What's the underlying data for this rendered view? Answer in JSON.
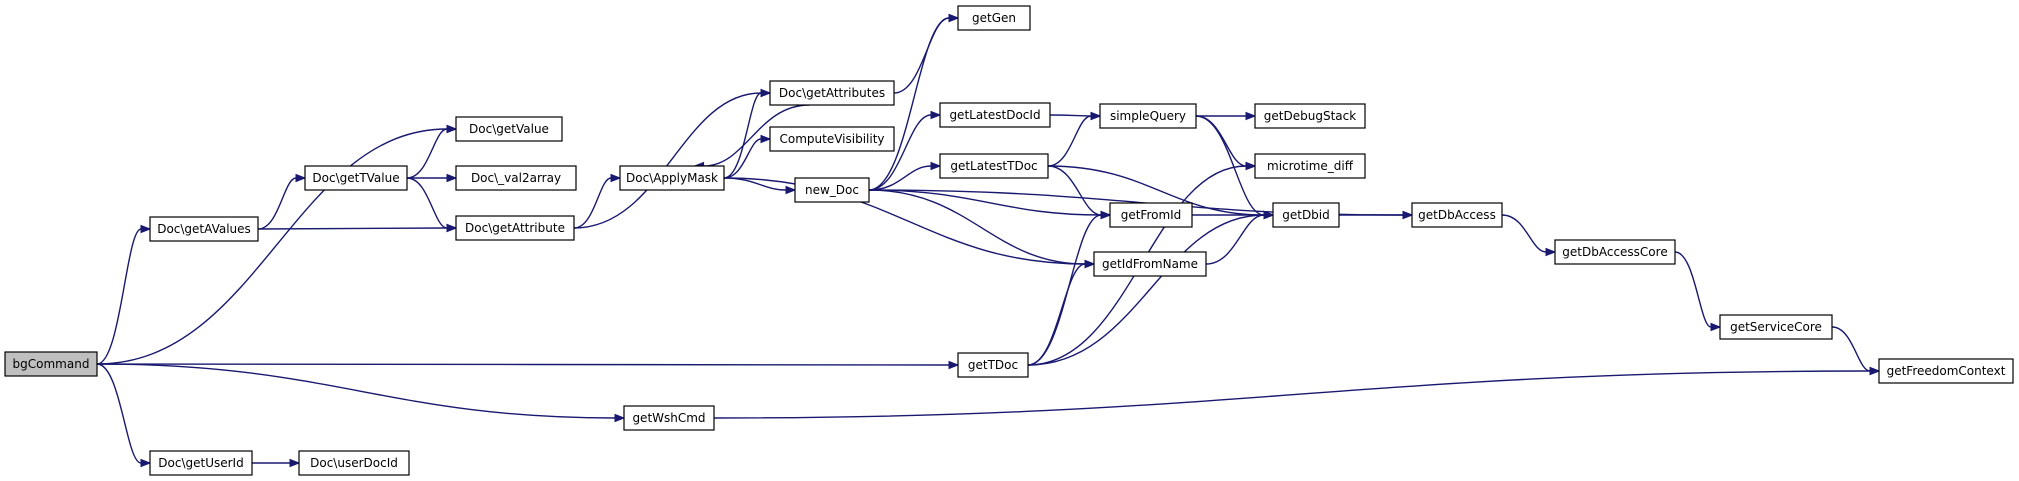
{
  "diagram": {
    "nodes": {
      "bgCommand": "bgCommand",
      "getAValues": "Doc\\getAValues",
      "getUserId": "Doc\\getUserId",
      "userDocId": "Doc\\userDocId",
      "getTValue": "Doc\\getTValue",
      "getValue": "Doc\\getValue",
      "val2array": "Doc\\_val2array",
      "getAttribute": "Doc\\getAttribute",
      "ApplyMask": "Doc\\ApplyMask",
      "getAttributes": "Doc\\getAttributes",
      "ComputeVisibility": "ComputeVisibility",
      "new_Doc": "new_Doc",
      "getGen": "getGen",
      "getLatestDocId": "getLatestDocId",
      "getLatestTDoc": "getLatestTDoc",
      "getTDoc": "getTDoc",
      "getWshCmd": "getWshCmd",
      "simpleQuery": "simpleQuery",
      "getDebugStack": "getDebugStack",
      "microtime_diff": "microtime_diff",
      "getFromId": "getFromId",
      "getIdFromName": "getIdFromName",
      "getDbid": "getDbid",
      "getDbAccess": "getDbAccess",
      "getDbAccessCore": "getDbAccessCore",
      "getServiceCore": "getServiceCore",
      "getFreedomContext": "getFreedomContext"
    },
    "edges": [
      [
        "bgCommand",
        "getValue"
      ],
      [
        "bgCommand",
        "getAValues"
      ],
      [
        "bgCommand",
        "getTDoc"
      ],
      [
        "bgCommand",
        "getWshCmd"
      ],
      [
        "bgCommand",
        "getUserId"
      ],
      [
        "getAValues",
        "getTValue"
      ],
      [
        "getAValues",
        "getAttribute"
      ],
      [
        "getUserId",
        "userDocId"
      ],
      [
        "getTValue",
        "getValue"
      ],
      [
        "getTValue",
        "val2array"
      ],
      [
        "getTValue",
        "getAttribute"
      ],
      [
        "getAttribute",
        "getAttributes"
      ],
      [
        "getAttribute",
        "ApplyMask"
      ],
      [
        "ApplyMask",
        "getAttributes"
      ],
      [
        "getAttributes",
        "ApplyMask"
      ],
      [
        "getAttributes",
        "getGen"
      ],
      [
        "ApplyMask",
        "ComputeVisibility"
      ],
      [
        "ApplyMask",
        "new_Doc"
      ],
      [
        "ApplyMask",
        "getIdFromName"
      ],
      [
        "new_Doc",
        "getGen"
      ],
      [
        "new_Doc",
        "getDbAccess"
      ],
      [
        "new_Doc",
        "getLatestDocId"
      ],
      [
        "new_Doc",
        "getLatestTDoc"
      ],
      [
        "new_Doc",
        "getFromId"
      ],
      [
        "new_Doc",
        "getIdFromName"
      ],
      [
        "getLatestDocId",
        "simpleQuery"
      ],
      [
        "getLatestTDoc",
        "simpleQuery"
      ],
      [
        "getLatestTDoc",
        "getFromId"
      ],
      [
        "getLatestTDoc",
        "getDbid"
      ],
      [
        "getTDoc",
        "getFromId"
      ],
      [
        "getTDoc",
        "getIdFromName"
      ],
      [
        "getTDoc",
        "microtime_diff"
      ],
      [
        "getTDoc",
        "getDbid"
      ],
      [
        "simpleQuery",
        "getDebugStack"
      ],
      [
        "simpleQuery",
        "microtime_diff"
      ],
      [
        "simpleQuery",
        "getDbid"
      ],
      [
        "getFromId",
        "getDbid"
      ],
      [
        "getIdFromName",
        "getDbid"
      ],
      [
        "getDbid",
        "getDbAccess"
      ],
      [
        "getDbAccess",
        "getDbAccessCore"
      ],
      [
        "getDbAccessCore",
        "getServiceCore"
      ],
      [
        "getServiceCore",
        "getFreedomContext"
      ],
      [
        "getWshCmd",
        "getFreedomContext"
      ]
    ]
  }
}
